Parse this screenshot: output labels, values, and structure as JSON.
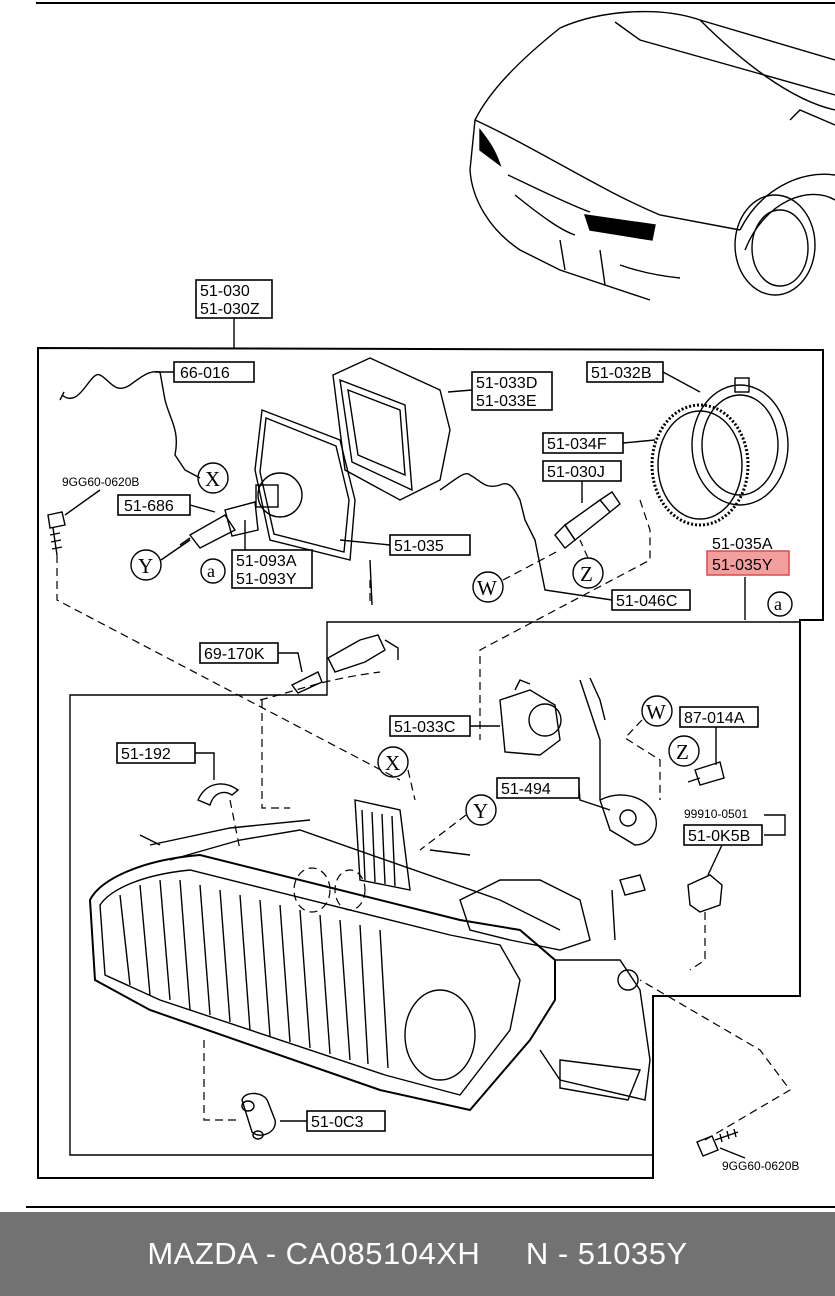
{
  "labels": {
    "p51030": "51-030",
    "p51030z": "51-030Z",
    "p66016": "66-016",
    "p51033d": "51-033D",
    "p51033e": "51-033E",
    "p51032b": "51-032B",
    "p51034f": "51-034F",
    "p51030j": "51-030J",
    "p9gg60_top": "9GG60-0620B",
    "p51686": "51-686",
    "p51035": "51-035",
    "p51093a": "51-093A",
    "p51093y": "51-093Y",
    "p51035a": "51-035A",
    "p51035y": "51-035Y",
    "p51046c": "51-046C",
    "p69170k": "69-170K",
    "p51033c": "51-033C",
    "p87014a": "87-014A",
    "p51192": "51-192",
    "p51494": "51-494",
    "p99910": "99910-0501",
    "p510k5b": "51-0K5B",
    "p510c3": "51-0C3",
    "p9gg60_bottom": "9GG60-0620B"
  },
  "callouts": {
    "x": "X",
    "y": "Y",
    "w": "W",
    "z": "Z",
    "a": "a"
  },
  "highlight_color": "#e04848",
  "footer": {
    "text": "MAZDA - CA085104XH     N - 51035Y"
  }
}
